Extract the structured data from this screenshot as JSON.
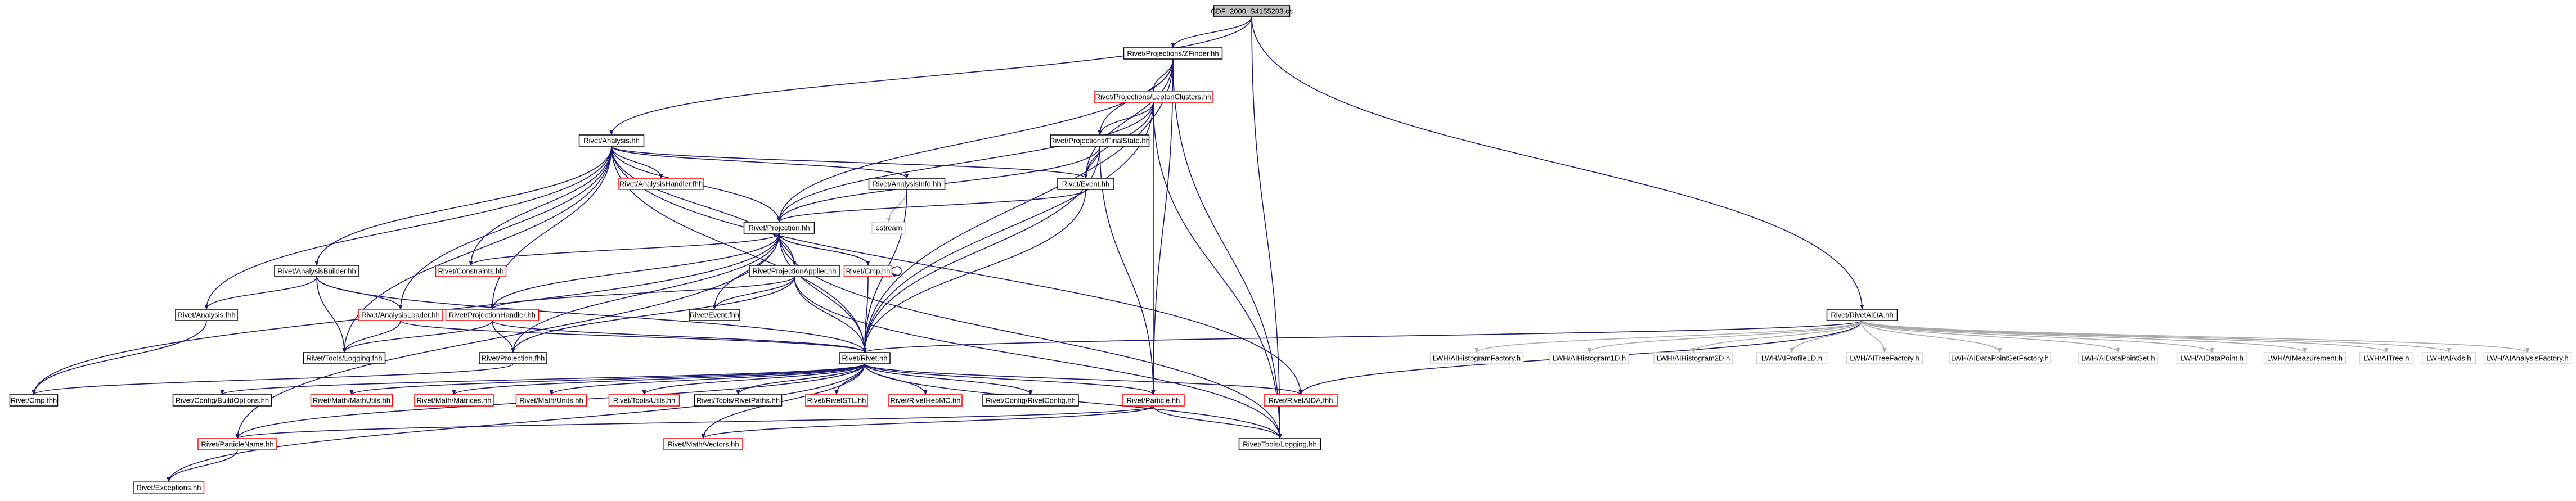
{
  "colors": {
    "background": "#ffffff",
    "edge": "#191970",
    "std_edge": "#a9a9a9",
    "root_fill": "#bfbfbf",
    "node_border": "#000000",
    "missing_border": "#ff0000",
    "std_border": "#d3d3d3",
    "text": "#000000"
  },
  "nodes": [
    {
      "id": "root",
      "label": "CDF_2000_S4155203.cc",
      "kind": "root"
    },
    {
      "id": "zfinder",
      "label": "Rivet/Projections/ZFinder.hh",
      "kind": "normal"
    },
    {
      "id": "leptonclusters",
      "label": "Rivet/Projections/LeptonClusters.hh",
      "kind": "missing"
    },
    {
      "id": "finalstate",
      "label": "Rivet/Projections/FinalState.hh",
      "kind": "normal"
    },
    {
      "id": "analysis",
      "label": "Rivet/Analysis.hh",
      "kind": "normal"
    },
    {
      "id": "analysishandler",
      "label": "Rivet/AnalysisHandler.fhh",
      "kind": "missing"
    },
    {
      "id": "analysisinfo",
      "label": "Rivet/AnalysisInfo.hh",
      "kind": "normal"
    },
    {
      "id": "event",
      "label": "Rivet/Event.hh",
      "kind": "normal"
    },
    {
      "id": "ostream",
      "label": "ostream",
      "kind": "std"
    },
    {
      "id": "projection",
      "label": "Rivet/Projection.hh",
      "kind": "normal"
    },
    {
      "id": "constraints",
      "label": "Rivet/Constraints.hh",
      "kind": "missing"
    },
    {
      "id": "projectionapplier",
      "label": "Rivet/ProjectionApplier.hh",
      "kind": "normal"
    },
    {
      "id": "cmphh",
      "label": "Rivet/Cmp.hh",
      "kind": "missing"
    },
    {
      "id": "analysisbuilder",
      "label": "Rivet/AnalysisBuilder.hh",
      "kind": "normal"
    },
    {
      "id": "analysisfhh",
      "label": "Rivet/Analysis.fhh",
      "kind": "normal"
    },
    {
      "id": "analysisloader",
      "label": "Rivet/AnalysisLoader.hh",
      "kind": "missing"
    },
    {
      "id": "projectionhandler",
      "label": "Rivet/ProjectionHandler.hh",
      "kind": "missing"
    },
    {
      "id": "eventfhh",
      "label": "Rivet/Event.fhh",
      "kind": "normal"
    },
    {
      "id": "toolsloggingfhh",
      "label": "Rivet/Tools/Logging.fhh",
      "kind": "normal"
    },
    {
      "id": "projectionfhh",
      "label": "Rivet/Projection.fhh",
      "kind": "normal"
    },
    {
      "id": "rivethh",
      "label": "Rivet/Rivet.hh",
      "kind": "normal"
    },
    {
      "id": "cmpfhh",
      "label": "Rivet/Cmp.fhh",
      "kind": "normal"
    },
    {
      "id": "configbuild",
      "label": "Rivet/Config/BuildOptions.hh",
      "kind": "normal"
    },
    {
      "id": "mathutils",
      "label": "Rivet/Math/MathUtils.hh",
      "kind": "missing"
    },
    {
      "id": "matrices",
      "label": "Rivet/Math/Matrices.hh",
      "kind": "missing"
    },
    {
      "id": "units",
      "label": "Rivet/Math/Units.hh",
      "kind": "missing"
    },
    {
      "id": "toolsutils",
      "label": "Rivet/Tools/Utils.hh",
      "kind": "missing"
    },
    {
      "id": "rivetpaths",
      "label": "Rivet/Tools/RivetPaths.hh",
      "kind": "normal"
    },
    {
      "id": "rivetstl",
      "label": "Rivet/RivetSTL.hh",
      "kind": "missing"
    },
    {
      "id": "rivethepmc",
      "label": "Rivet/RivetHepMC.hh",
      "kind": "missing"
    },
    {
      "id": "rivetconfig",
      "label": "Rivet/Config/RivetConfig.hh",
      "kind": "normal"
    },
    {
      "id": "particlehh",
      "label": "Rivet/Particle.hh",
      "kind": "missing"
    },
    {
      "id": "rivetaidafhh",
      "label": "Rivet/RivetAIDA.fhh",
      "kind": "missing"
    },
    {
      "id": "particlename",
      "label": "Rivet/ParticleName.hh",
      "kind": "missing"
    },
    {
      "id": "mathvectors",
      "label": "Rivet/Math/Vectors.hh",
      "kind": "missing"
    },
    {
      "id": "toolslogginghh",
      "label": "Rivet/Tools/Logging.hh",
      "kind": "normal"
    },
    {
      "id": "exceptions",
      "label": "Rivet/Exceptions.hh",
      "kind": "missing"
    },
    {
      "id": "rivetaidahh",
      "label": "Rivet/RivetAIDA.hh",
      "kind": "normal"
    },
    {
      "id": "lwh_histfactory",
      "label": "LWH/AIHistogramFactory.h",
      "kind": "std"
    },
    {
      "id": "lwh_hist1d",
      "label": "LWH/AIHistogram1D.h",
      "kind": "std"
    },
    {
      "id": "lwh_hist2d",
      "label": "LWH/AIHistogram2D.h",
      "kind": "std"
    },
    {
      "id": "lwh_profile1d",
      "label": "LWH/AIProfile1D.h",
      "kind": "std"
    },
    {
      "id": "lwh_treefactory",
      "label": "LWH/AITreeFactory.h",
      "kind": "std"
    },
    {
      "id": "lwh_dpsfactory",
      "label": "LWH/AIDataPointSetFactory.h",
      "kind": "std"
    },
    {
      "id": "lwh_dps",
      "label": "LWH/AIDataPointSet.h",
      "kind": "std"
    },
    {
      "id": "lwh_dp",
      "label": "LWH/AIDataPoint.h",
      "kind": "std"
    },
    {
      "id": "lwh_meas",
      "label": "LWH/AIMeasurement.h",
      "kind": "std"
    },
    {
      "id": "lwh_tree",
      "label": "LWH/AITree.h",
      "kind": "std"
    },
    {
      "id": "lwh_axis",
      "label": "LWH/AIAxis.h",
      "kind": "std"
    },
    {
      "id": "lwh_anafactory",
      "label": "LWH/AIAnalysisFactory.h",
      "kind": "std"
    }
  ],
  "edges": [
    [
      "root",
      "zfinder"
    ],
    [
      "root",
      "analysis"
    ],
    [
      "root",
      "rivetaidahh"
    ],
    [
      "root",
      "toolslogginghh"
    ],
    [
      "zfinder",
      "leptonclusters"
    ],
    [
      "zfinder",
      "finalstate"
    ],
    [
      "zfinder",
      "event"
    ],
    [
      "zfinder",
      "projection"
    ],
    [
      "zfinder",
      "rivethh"
    ],
    [
      "zfinder",
      "particlehh"
    ],
    [
      "zfinder",
      "toolslogginghh"
    ],
    [
      "leptonclusters",
      "finalstate"
    ],
    [
      "leptonclusters",
      "event"
    ],
    [
      "leptonclusters",
      "projection"
    ],
    [
      "leptonclusters",
      "rivethh"
    ],
    [
      "leptonclusters",
      "particlehh"
    ],
    [
      "leptonclusters",
      "toolslogginghh"
    ],
    [
      "finalstate",
      "event"
    ],
    [
      "finalstate",
      "projection"
    ],
    [
      "finalstate",
      "rivethh"
    ],
    [
      "finalstate",
      "particlehh"
    ],
    [
      "analysis",
      "analysishandler"
    ],
    [
      "analysis",
      "analysisinfo"
    ],
    [
      "analysis",
      "event"
    ],
    [
      "analysis",
      "projection"
    ],
    [
      "analysis",
      "constraints"
    ],
    [
      "analysis",
      "projectionapplier"
    ],
    [
      "analysis",
      "analysisbuilder"
    ],
    [
      "analysis",
      "analysisfhh"
    ],
    [
      "analysis",
      "analysisloader"
    ],
    [
      "analysis",
      "projectionhandler"
    ],
    [
      "analysis",
      "toolsloggingfhh"
    ],
    [
      "analysis",
      "rivethh"
    ],
    [
      "analysis",
      "rivetaidafhh"
    ],
    [
      "analysisinfo",
      "ostream"
    ],
    [
      "analysisinfo",
      "rivethh"
    ],
    [
      "event",
      "projection"
    ],
    [
      "event",
      "rivethh"
    ],
    [
      "projection",
      "constraints"
    ],
    [
      "projection",
      "projectionapplier"
    ],
    [
      "projection",
      "cmphh"
    ],
    [
      "projection",
      "eventfhh"
    ],
    [
      "projection",
      "projectionhandler"
    ],
    [
      "projection",
      "projectionfhh"
    ],
    [
      "projection",
      "rivethh"
    ],
    [
      "projection",
      "cmpfhh"
    ],
    [
      "projection",
      "particlename"
    ],
    [
      "projection",
      "toolslogginghh"
    ],
    [
      "cmphh",
      "projection"
    ],
    [
      "cmphh",
      "cmphh"
    ],
    [
      "cmphh",
      "rivethh"
    ],
    [
      "projectionapplier",
      "eventfhh"
    ],
    [
      "projectionapplier",
      "projectionhandler"
    ],
    [
      "projectionapplier",
      "projectionfhh"
    ],
    [
      "projectionapplier",
      "rivethh"
    ],
    [
      "projectionapplier",
      "toolslogginghh"
    ],
    [
      "analysisbuilder",
      "analysisfhh"
    ],
    [
      "analysisbuilder",
      "analysisloader"
    ],
    [
      "analysisbuilder",
      "toolsloggingfhh"
    ],
    [
      "analysisbuilder",
      "rivethh"
    ],
    [
      "analysisfhh",
      "cmpfhh"
    ],
    [
      "analysisloader",
      "toolsloggingfhh"
    ],
    [
      "analysisloader",
      "rivethh"
    ],
    [
      "projectionhandler",
      "toolsloggingfhh"
    ],
    [
      "projectionhandler",
      "projectionfhh"
    ],
    [
      "projectionhandler",
      "rivethh"
    ],
    [
      "projectionfhh",
      "cmpfhh"
    ],
    [
      "rivethh",
      "configbuild"
    ],
    [
      "rivethh",
      "mathutils"
    ],
    [
      "rivethh",
      "matrices"
    ],
    [
      "rivethh",
      "units"
    ],
    [
      "rivethh",
      "toolsutils"
    ],
    [
      "rivethh",
      "rivetpaths"
    ],
    [
      "rivethh",
      "rivetstl"
    ],
    [
      "rivethh",
      "rivethepmc"
    ],
    [
      "rivethh",
      "rivetconfig"
    ],
    [
      "rivethh",
      "particlehh"
    ],
    [
      "rivethh",
      "rivetaidafhh"
    ],
    [
      "rivethh",
      "particlename"
    ],
    [
      "rivethh",
      "mathvectors"
    ],
    [
      "rivethh",
      "toolslogginghh"
    ],
    [
      "rivethh",
      "exceptions"
    ],
    [
      "particlehh",
      "particlename"
    ],
    [
      "particlehh",
      "mathvectors"
    ],
    [
      "particlehh",
      "toolslogginghh"
    ],
    [
      "particlename",
      "exceptions"
    ],
    [
      "rivetaidahh",
      "rivethh"
    ],
    [
      "rivetaidahh",
      "rivetaidafhh"
    ],
    [
      "rivetaidahh",
      "lwh_histfactory"
    ],
    [
      "rivetaidahh",
      "lwh_hist1d"
    ],
    [
      "rivetaidahh",
      "lwh_hist2d"
    ],
    [
      "rivetaidahh",
      "lwh_profile1d"
    ],
    [
      "rivetaidahh",
      "lwh_treefactory"
    ],
    [
      "rivetaidahh",
      "lwh_dpsfactory"
    ],
    [
      "rivetaidahh",
      "lwh_dps"
    ],
    [
      "rivetaidahh",
      "lwh_dp"
    ],
    [
      "rivetaidahh",
      "lwh_meas"
    ],
    [
      "rivetaidahh",
      "lwh_tree"
    ],
    [
      "rivetaidahh",
      "lwh_axis"
    ],
    [
      "rivetaidahh",
      "lwh_anafactory"
    ]
  ]
}
